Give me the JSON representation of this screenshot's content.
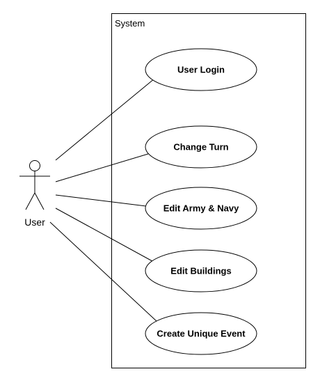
{
  "system": {
    "label": "System"
  },
  "actor": {
    "label": "User"
  },
  "use_cases": [
    {
      "label": "User Login"
    },
    {
      "label": "Change Turn"
    },
    {
      "label": "Edit Army & Navy"
    },
    {
      "label": "Edit Buildings"
    },
    {
      "label": "Create Unique Event"
    }
  ]
}
